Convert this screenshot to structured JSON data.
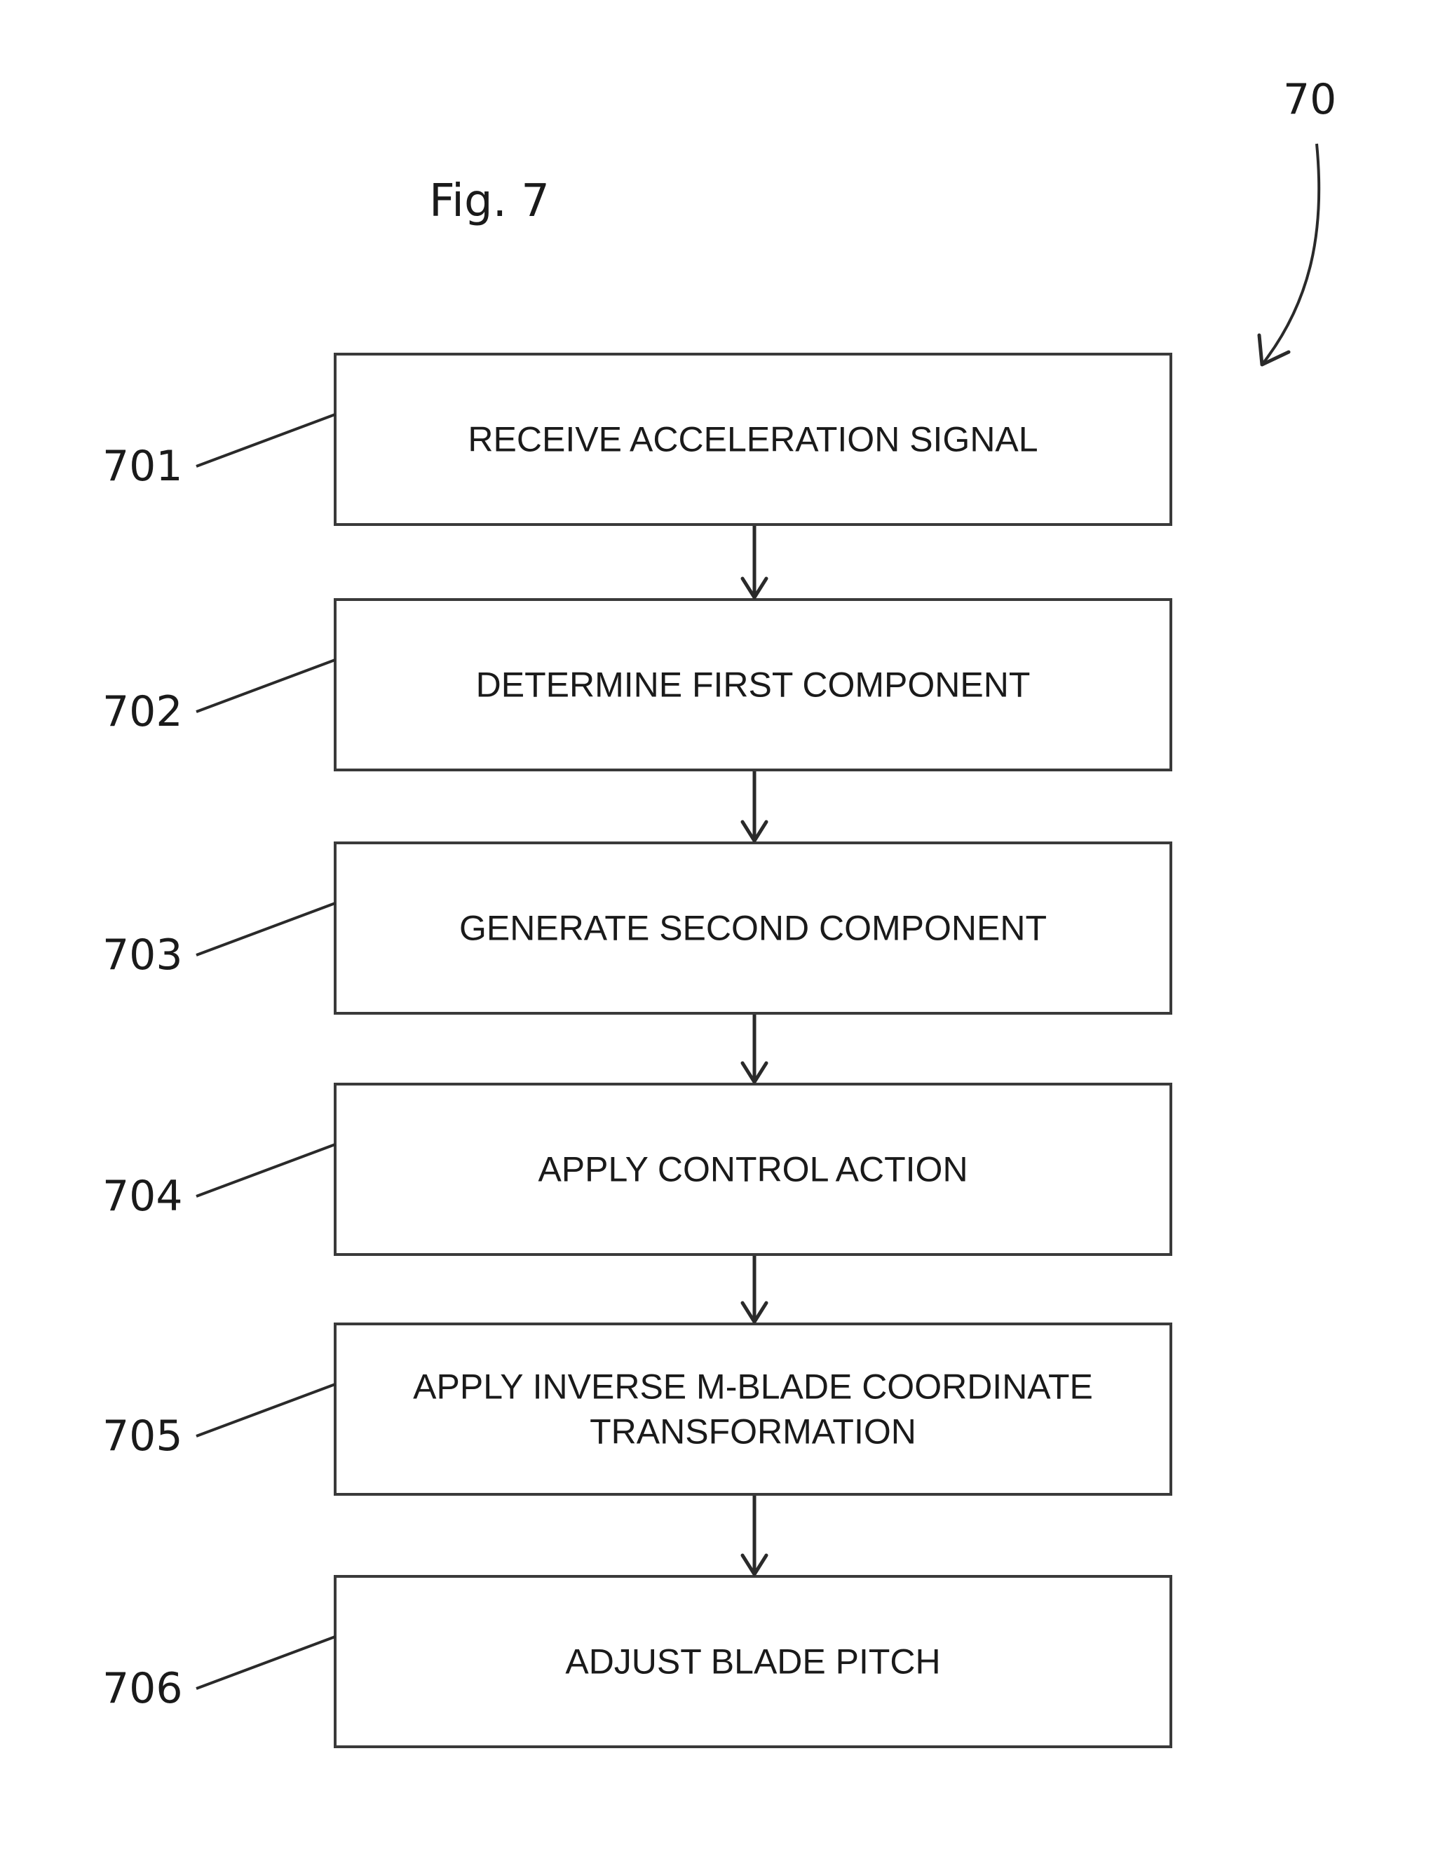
{
  "figure": {
    "title": "Fig. 7",
    "reference": "70"
  },
  "steps": [
    {
      "ref": "701",
      "lines": [
        "RECEIVE ACCELERATION SIGNAL"
      ]
    },
    {
      "ref": "702",
      "lines": [
        "DETERMINE FIRST COMPONENT"
      ]
    },
    {
      "ref": "703",
      "lines": [
        "GENERATE SECOND COMPONENT"
      ]
    },
    {
      "ref": "704",
      "lines": [
        "APPLY CONTROL ACTION"
      ]
    },
    {
      "ref": "705",
      "lines": [
        "APPLY INVERSE M-BLADE COORDINATE",
        "TRANSFORMATION"
      ]
    },
    {
      "ref": "706",
      "lines": [
        "ADJUST BLADE PITCH"
      ]
    }
  ]
}
